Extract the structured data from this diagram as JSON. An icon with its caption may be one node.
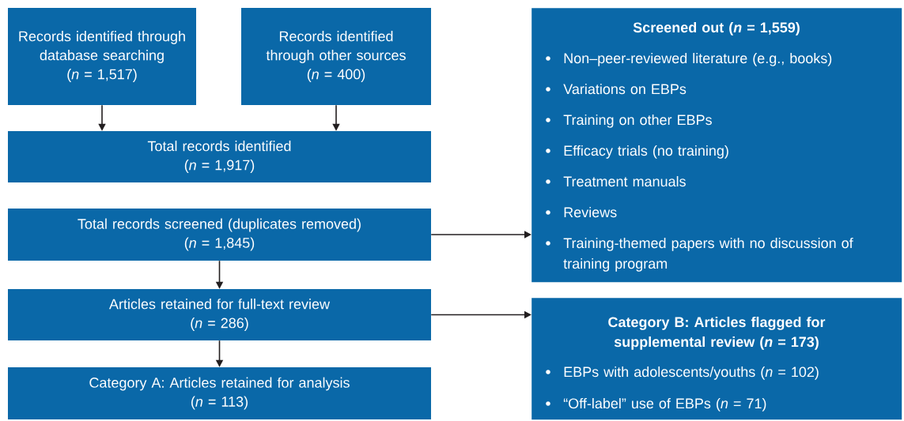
{
  "diagram": {
    "nodes": [
      {
        "text": [
          "Records identified through database searching",
          "(*n* = 1,517)"
        ]
      },
      {
        "text": [
          "Records identified through other sources",
          "(*n* = 400)"
        ]
      },
      {
        "text": [
          "Total records identified",
          "(*n* = 1,917)"
        ]
      },
      {
        "text": [
          "Total records screened (duplicates removed)",
          "(*n* = 1,845)"
        ]
      },
      {
        "text": [
          "Articles retained for full-text review",
          "(*n* = 286)"
        ]
      },
      {
        "text": [
          "Category A: Articles retained for analysis",
          "(*n* = 113)"
        ]
      },
      {
        "text": [
          "Screened out (*n* = 1,559)",
          "Non–peer-reviewed literature (e.g., books)",
          "Variations on EBPs",
          "Training on other EBPs",
          "Efficacy trials (no training)",
          "Treatment manuals",
          "Reviews",
          "Training-themed papers with no discussion of training program"
        ]
      },
      {
        "text": [
          "Category B: Articles flagged for supplemental review (*n* = 173)",
          "EBPs with adolescents/youths (*n* = 102)",
          "“Off-label” use of EBPs (*n* = 71)"
        ]
      }
    ],
    "edges": [
      {
        "from": 0,
        "to": 2,
        "arrow": "to"
      },
      {
        "from": 1,
        "to": 2,
        "arrow": "to"
      },
      {
        "from": 3,
        "to": 4,
        "arrow": "to"
      },
      {
        "from": 4,
        "to": 5,
        "arrow": "to"
      },
      {
        "from": 3,
        "to": 6,
        "arrow": "to"
      },
      {
        "from": 4,
        "to": 7,
        "arrow": "to"
      }
    ]
  }
}
